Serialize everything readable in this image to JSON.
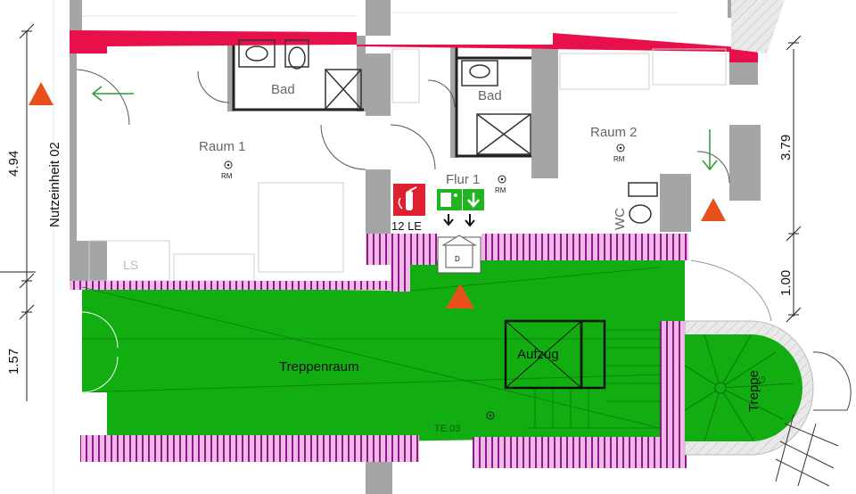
{
  "labels": {
    "unit": "Nutzeinheit 02",
    "room1": "Raum 1",
    "room2": "Raum 2",
    "bath1": "Bad",
    "bath2": "Bad",
    "hall": "Flur 1",
    "wc": "WC",
    "stairwell": "Treppenraum",
    "elevator": "Aufzug",
    "stair": "Treppe",
    "stair_letter": "G",
    "door_id": "TE.03",
    "extinguisher": "12 LE",
    "rm": "RM",
    "smoke_door": "D",
    "storage": "LS"
  },
  "dimensions": {
    "left_top": "4.94",
    "left_bottom": "1.57",
    "right_top": "3.79",
    "right_bottom": "1.00"
  },
  "colors": {
    "stair_fill": "#11ad11",
    "fire_wall": "#e8104a",
    "masonry": "#8b1a8b",
    "wall": "#a5a5a5",
    "warning": "#e8501c",
    "exit_sign": "#22b522",
    "extinguisher": "#e0202e"
  },
  "icons": [
    "fire-extinguisher-icon",
    "emergency-exit-icon",
    "warning-triangle-icon",
    "smoke-detector-icon",
    "escape-direction-arrow-icon"
  ]
}
